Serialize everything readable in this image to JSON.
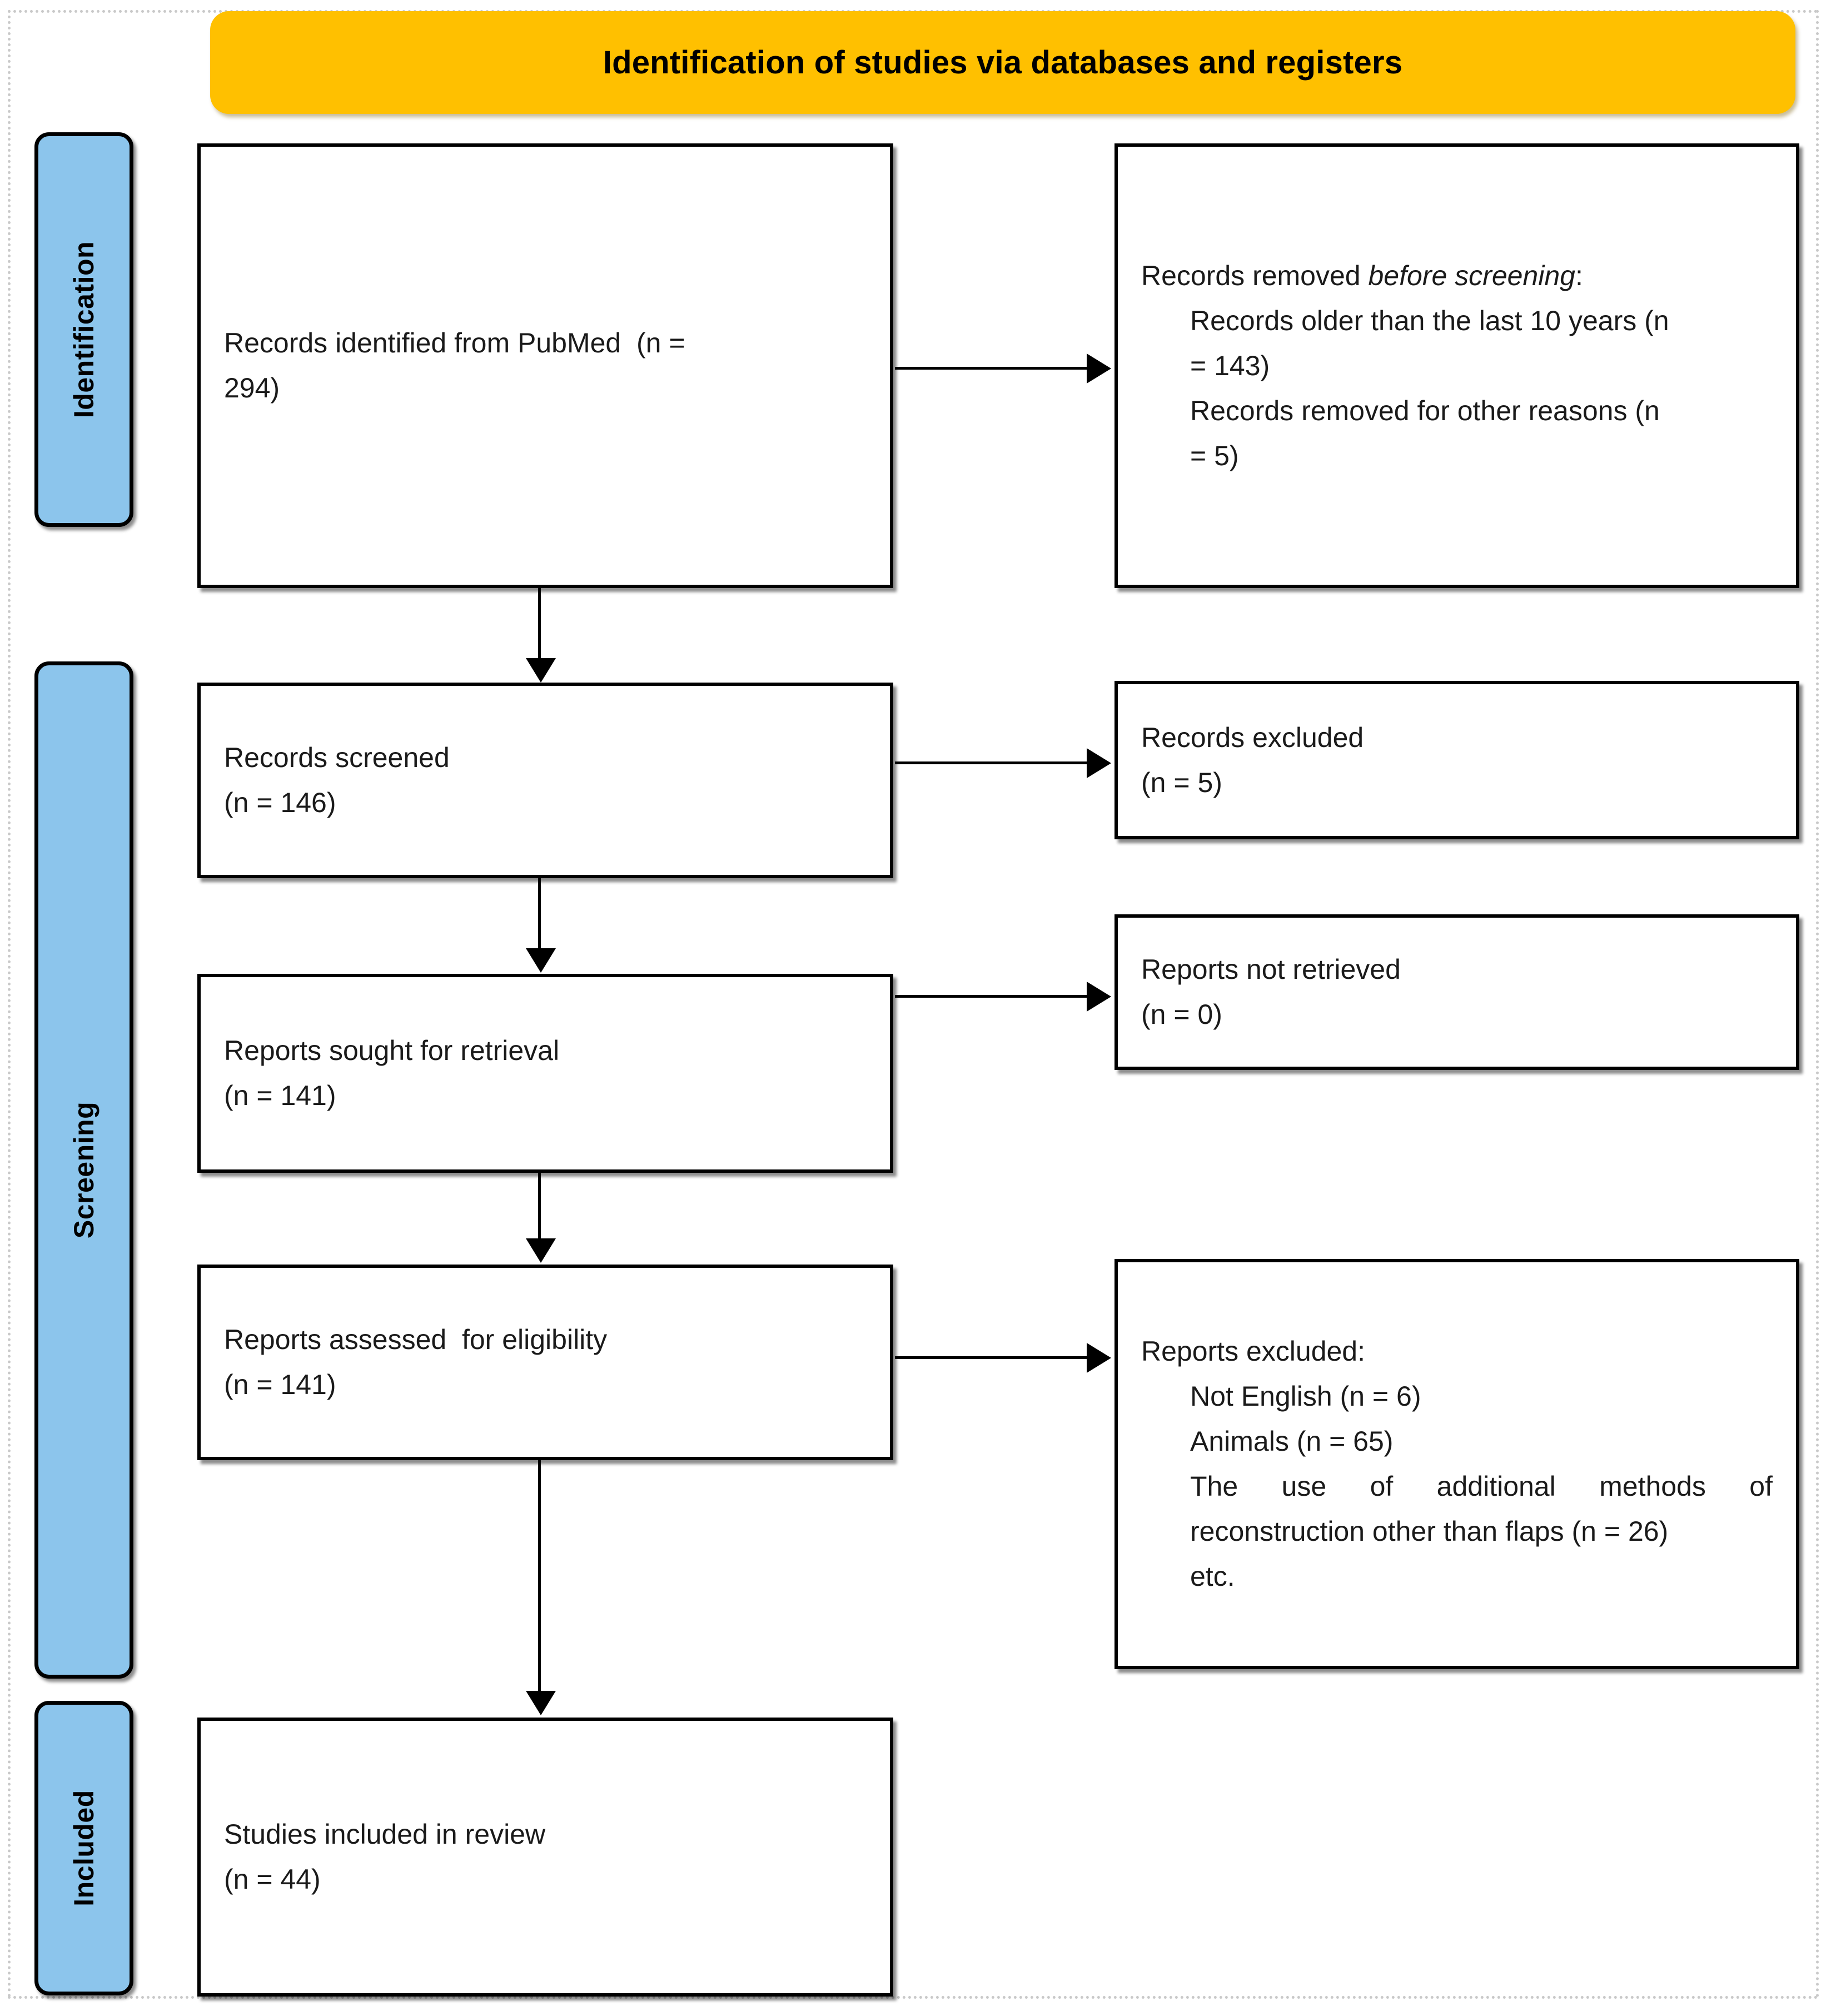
{
  "diagram": {
    "type": "prisma-flow-diagram",
    "banner": {
      "title": "Identification of studies via databases and registers"
    },
    "stages": [
      {
        "id": "identification",
        "label": "Identification"
      },
      {
        "id": "screening",
        "label": "Screening"
      },
      {
        "id": "included",
        "label": "Included"
      }
    ],
    "colors": {
      "banner": "#FFC000",
      "stage": "#8CC5EC",
      "box_border": "#000000",
      "box_fill": "#FFFFFF",
      "outer_frame": "#C9C9C9"
    },
    "boxes": {
      "identified": {
        "line1": "Records identified from PubMed  (n =",
        "line2": "294)"
      },
      "removed_before_screening": {
        "heading_plain": "Records removed ",
        "heading_italic": "before screening",
        "heading_colon": ":",
        "item1_line1": "Records older than the last 10 years (n",
        "item1_line2": "= 143)",
        "item2_line1": "Records removed for other reasons (n",
        "item2_line2": "= 5)"
      },
      "screened": {
        "line1": "Records screened",
        "line2": "(n = 146)"
      },
      "records_excluded": {
        "line1": "Records excluded",
        "line2": "(n = 5)"
      },
      "sought": {
        "line1": "Reports sought for retrieval",
        "line2": "(n = 141)"
      },
      "not_retrieved": {
        "line1": "Reports not retrieved",
        "line2": "(n = 0)"
      },
      "assessed": {
        "line1": "Reports assessed  for eligibility",
        "line2": "(n = 141)"
      },
      "reports_excluded": {
        "heading": "Reports excluded:",
        "item1": "Not English (n = 6)",
        "item2": "Animals (n = 65)",
        "item3": "The use of additional methods of reconstruction other than flaps (n = 26)",
        "item4": "etc."
      },
      "included": {
        "line1": "Studies included in review",
        "line2": "(n = 44)"
      }
    },
    "connectors": {
      "identified_to_screened": "down-arrow",
      "identified_to_removed": "right-arrow",
      "screened_to_sought": "down-arrow",
      "screened_to_excluded": "right-arrow",
      "sought_to_assessed": "down-arrow",
      "sought_to_not_retrieved": "right-arrow",
      "assessed_to_included": "down-arrow",
      "assessed_to_reports_excluded": "right-arrow"
    }
  }
}
